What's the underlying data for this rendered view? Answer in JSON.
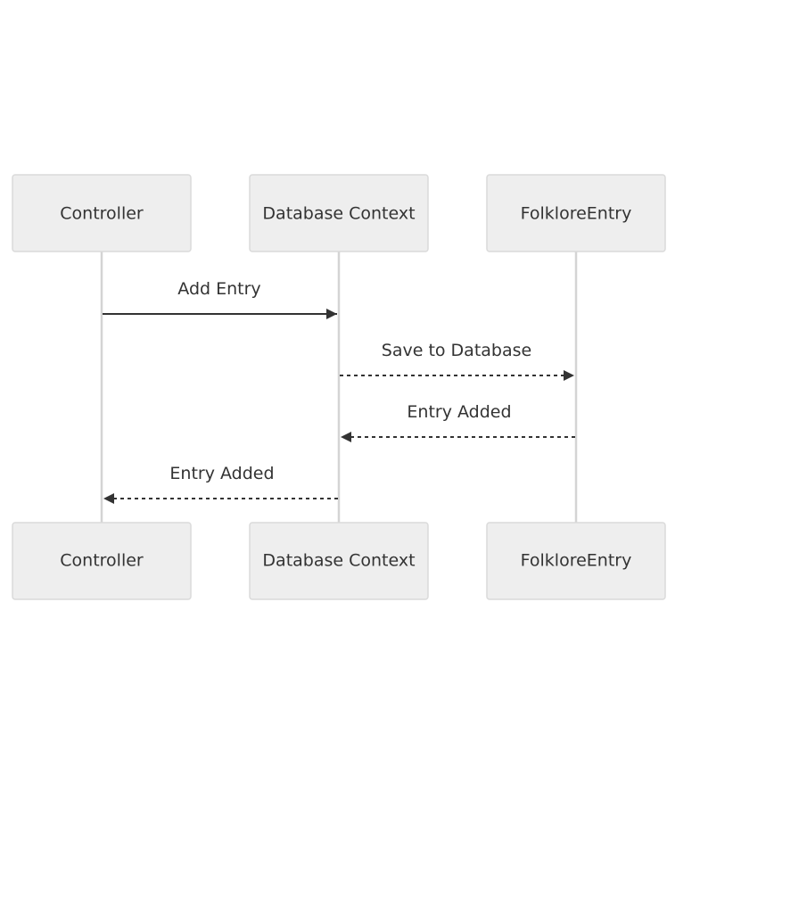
{
  "participants": [
    {
      "id": "controller",
      "label": "Controller"
    },
    {
      "id": "db",
      "label": "Database Context"
    },
    {
      "id": "entry",
      "label": "FolkloreEntry"
    }
  ],
  "messages": [
    {
      "label": "Add Entry",
      "from": "controller",
      "to": "db",
      "style": "solid"
    },
    {
      "label": "Save to Database",
      "from": "db",
      "to": "entry",
      "style": "dashed"
    },
    {
      "label": "Entry Added",
      "from": "entry",
      "to": "db",
      "style": "dashed"
    },
    {
      "label": "Entry Added",
      "from": "db",
      "to": "controller",
      "style": "dashed"
    }
  ],
  "colors": {
    "actor_fill": "#eeeeee",
    "actor_stroke": "#dadada",
    "lifeline": "#d4d4d4",
    "line": "#333333",
    "text": "#333333"
  }
}
